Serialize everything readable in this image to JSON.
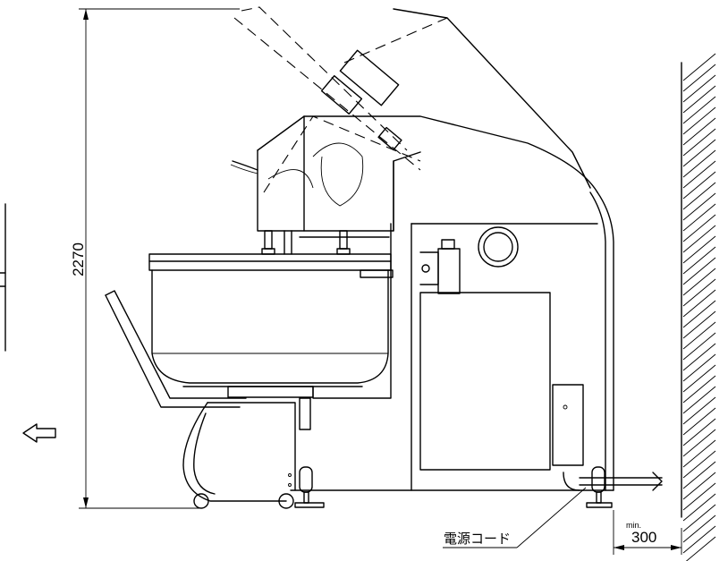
{
  "dimensions": {
    "height": "2270",
    "clearance_unit": "min.",
    "clearance": "300"
  },
  "labels": {
    "power_cord": "電源コード"
  },
  "icons": {
    "direction": "left-arrow-icon"
  }
}
